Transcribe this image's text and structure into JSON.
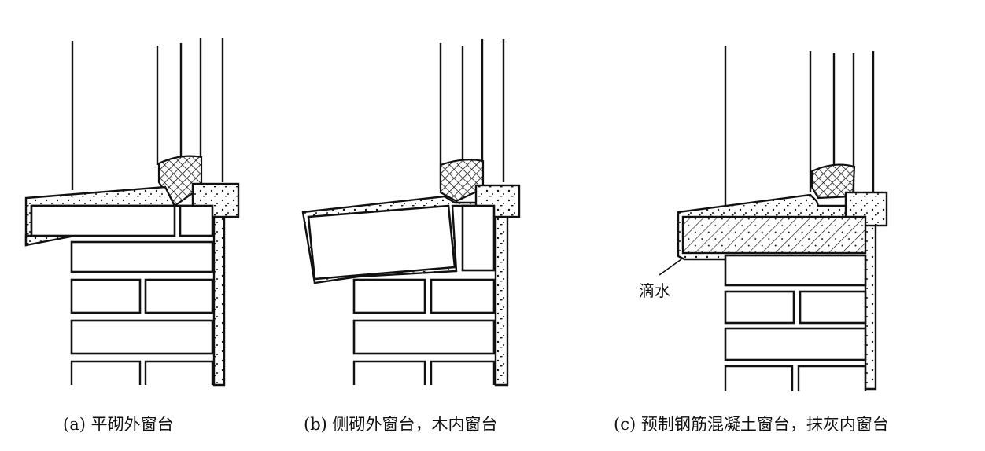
{
  "captions": {
    "a": "(a) 平砌外窗台",
    "b": "(b) 侧砌外窗台，木内窗台",
    "c": "(c) 预制钢筋混凝土窗台，抹灰内窗台"
  },
  "labels": {
    "drip": "滴水"
  },
  "colors": {
    "ink": "#111111",
    "background": "#ffffff"
  }
}
